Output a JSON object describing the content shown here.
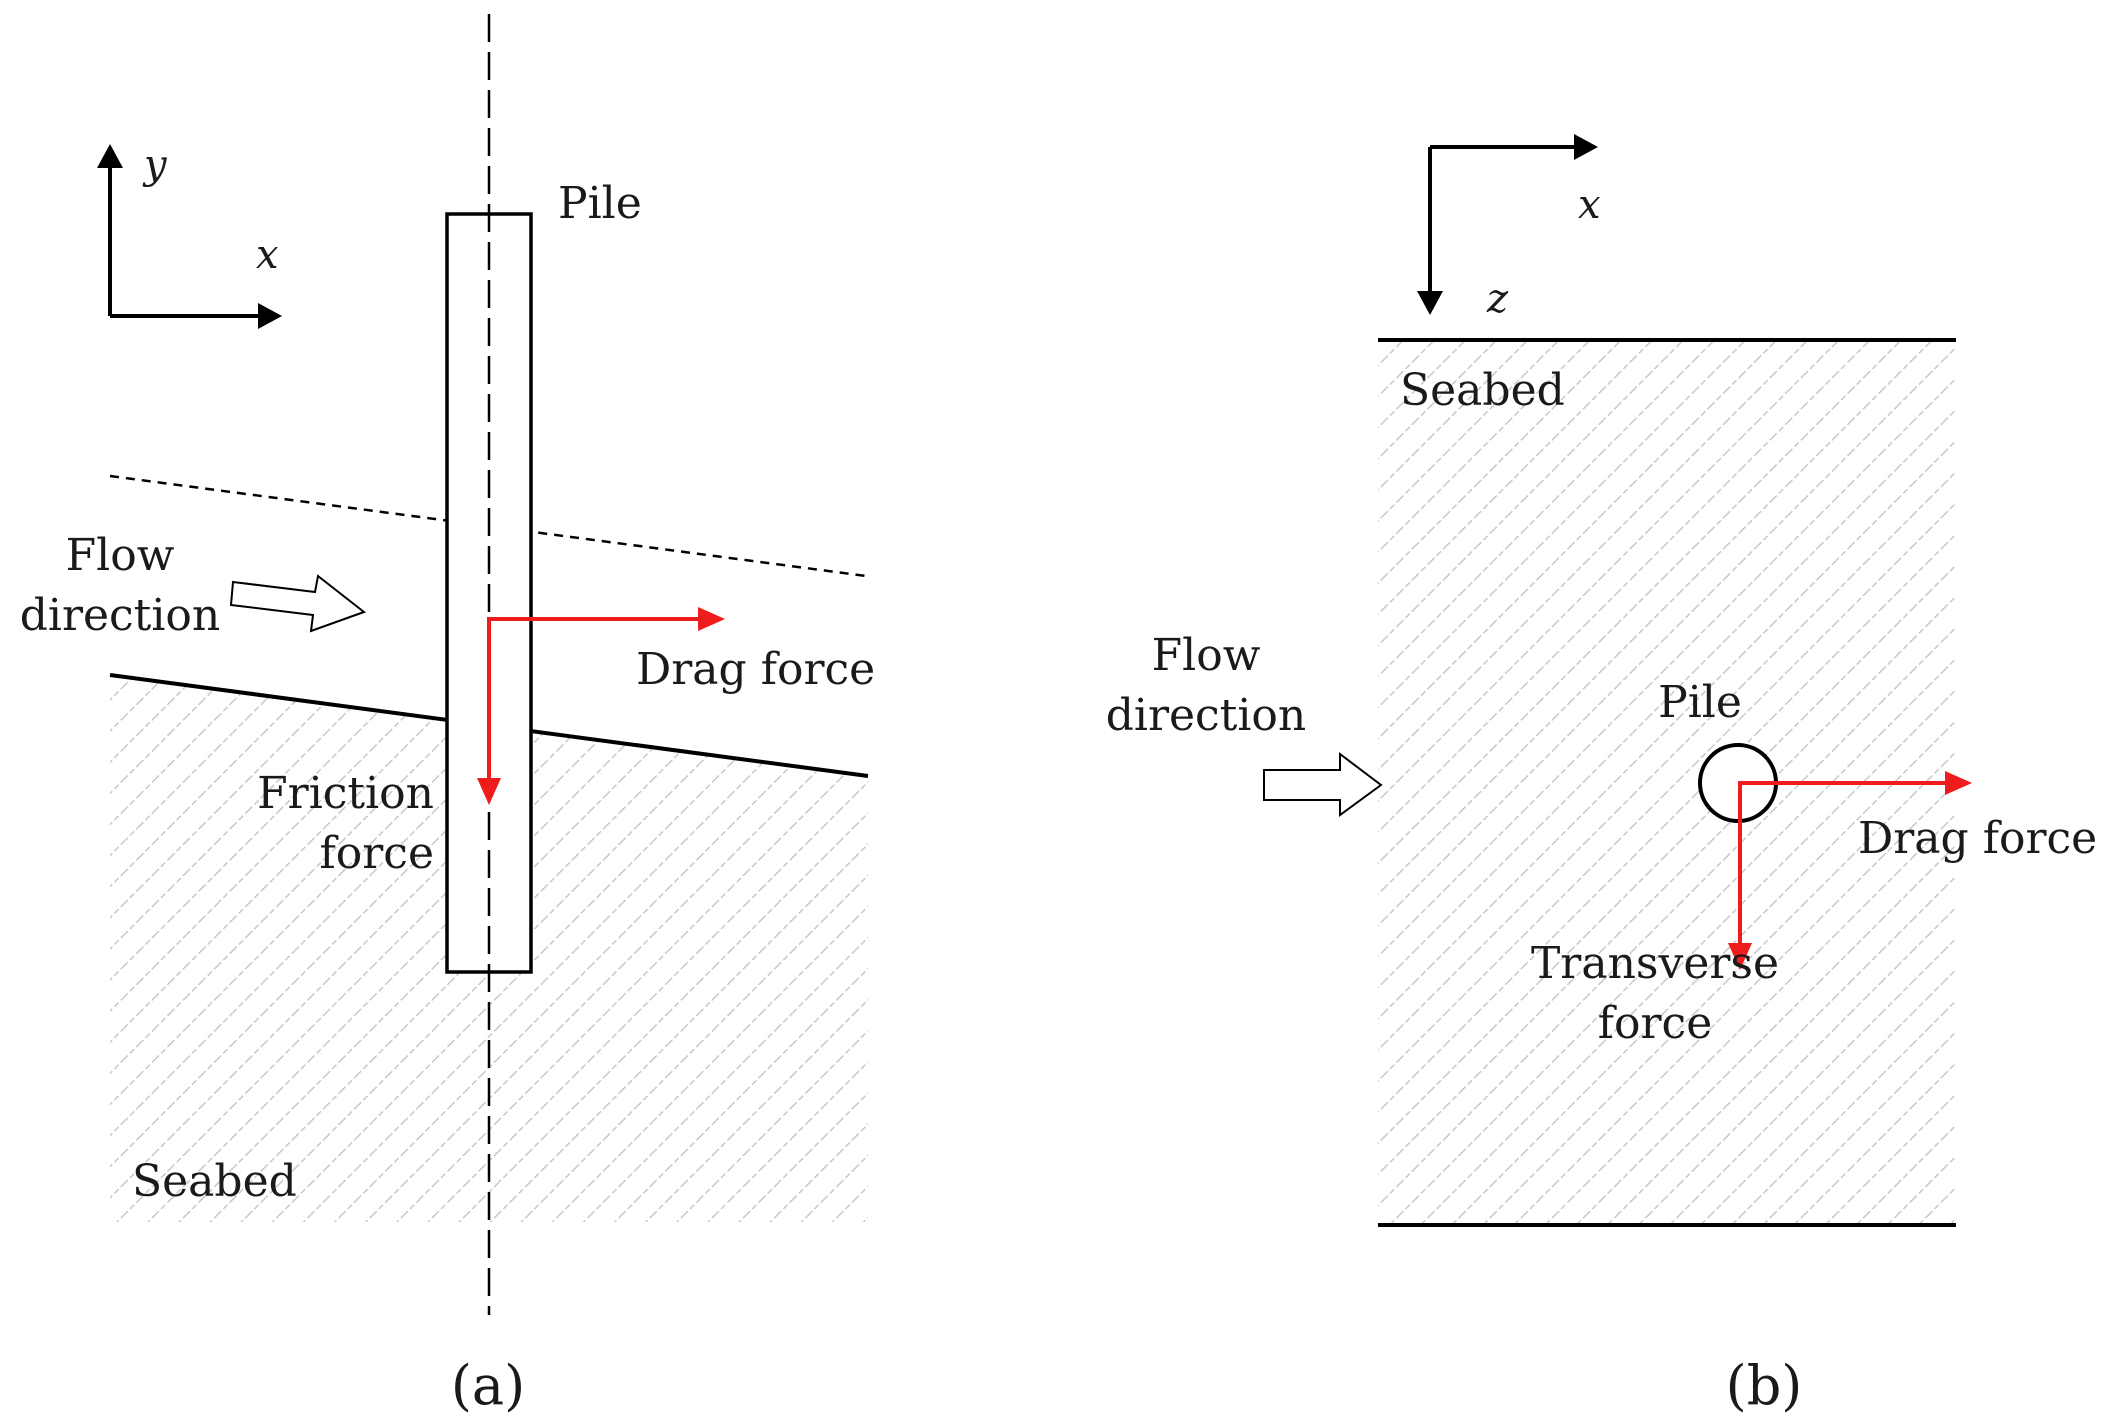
{
  "panel_a": {
    "axis_y": "y",
    "axis_x": "x",
    "pile_label": "Pile",
    "flow_line1": "Flow",
    "flow_line2": "direction",
    "drag_label": "Drag force",
    "friction_line1": "Friction",
    "friction_line2": "force",
    "seabed_label": "Seabed",
    "caption": "(a)"
  },
  "panel_b": {
    "axis_x": "x",
    "axis_z": "z",
    "seabed_label": "Seabed",
    "flow_line1": "Flow",
    "flow_line2": "direction",
    "pile_label": "Pile",
    "drag_label": "Drag force",
    "transverse_line1": "Transverse",
    "transverse_line2": "force",
    "caption": "(b)"
  },
  "colors": {
    "force_arrow": "#ee1c1c",
    "hatch": "#c8c8c8",
    "line": "#000000"
  }
}
